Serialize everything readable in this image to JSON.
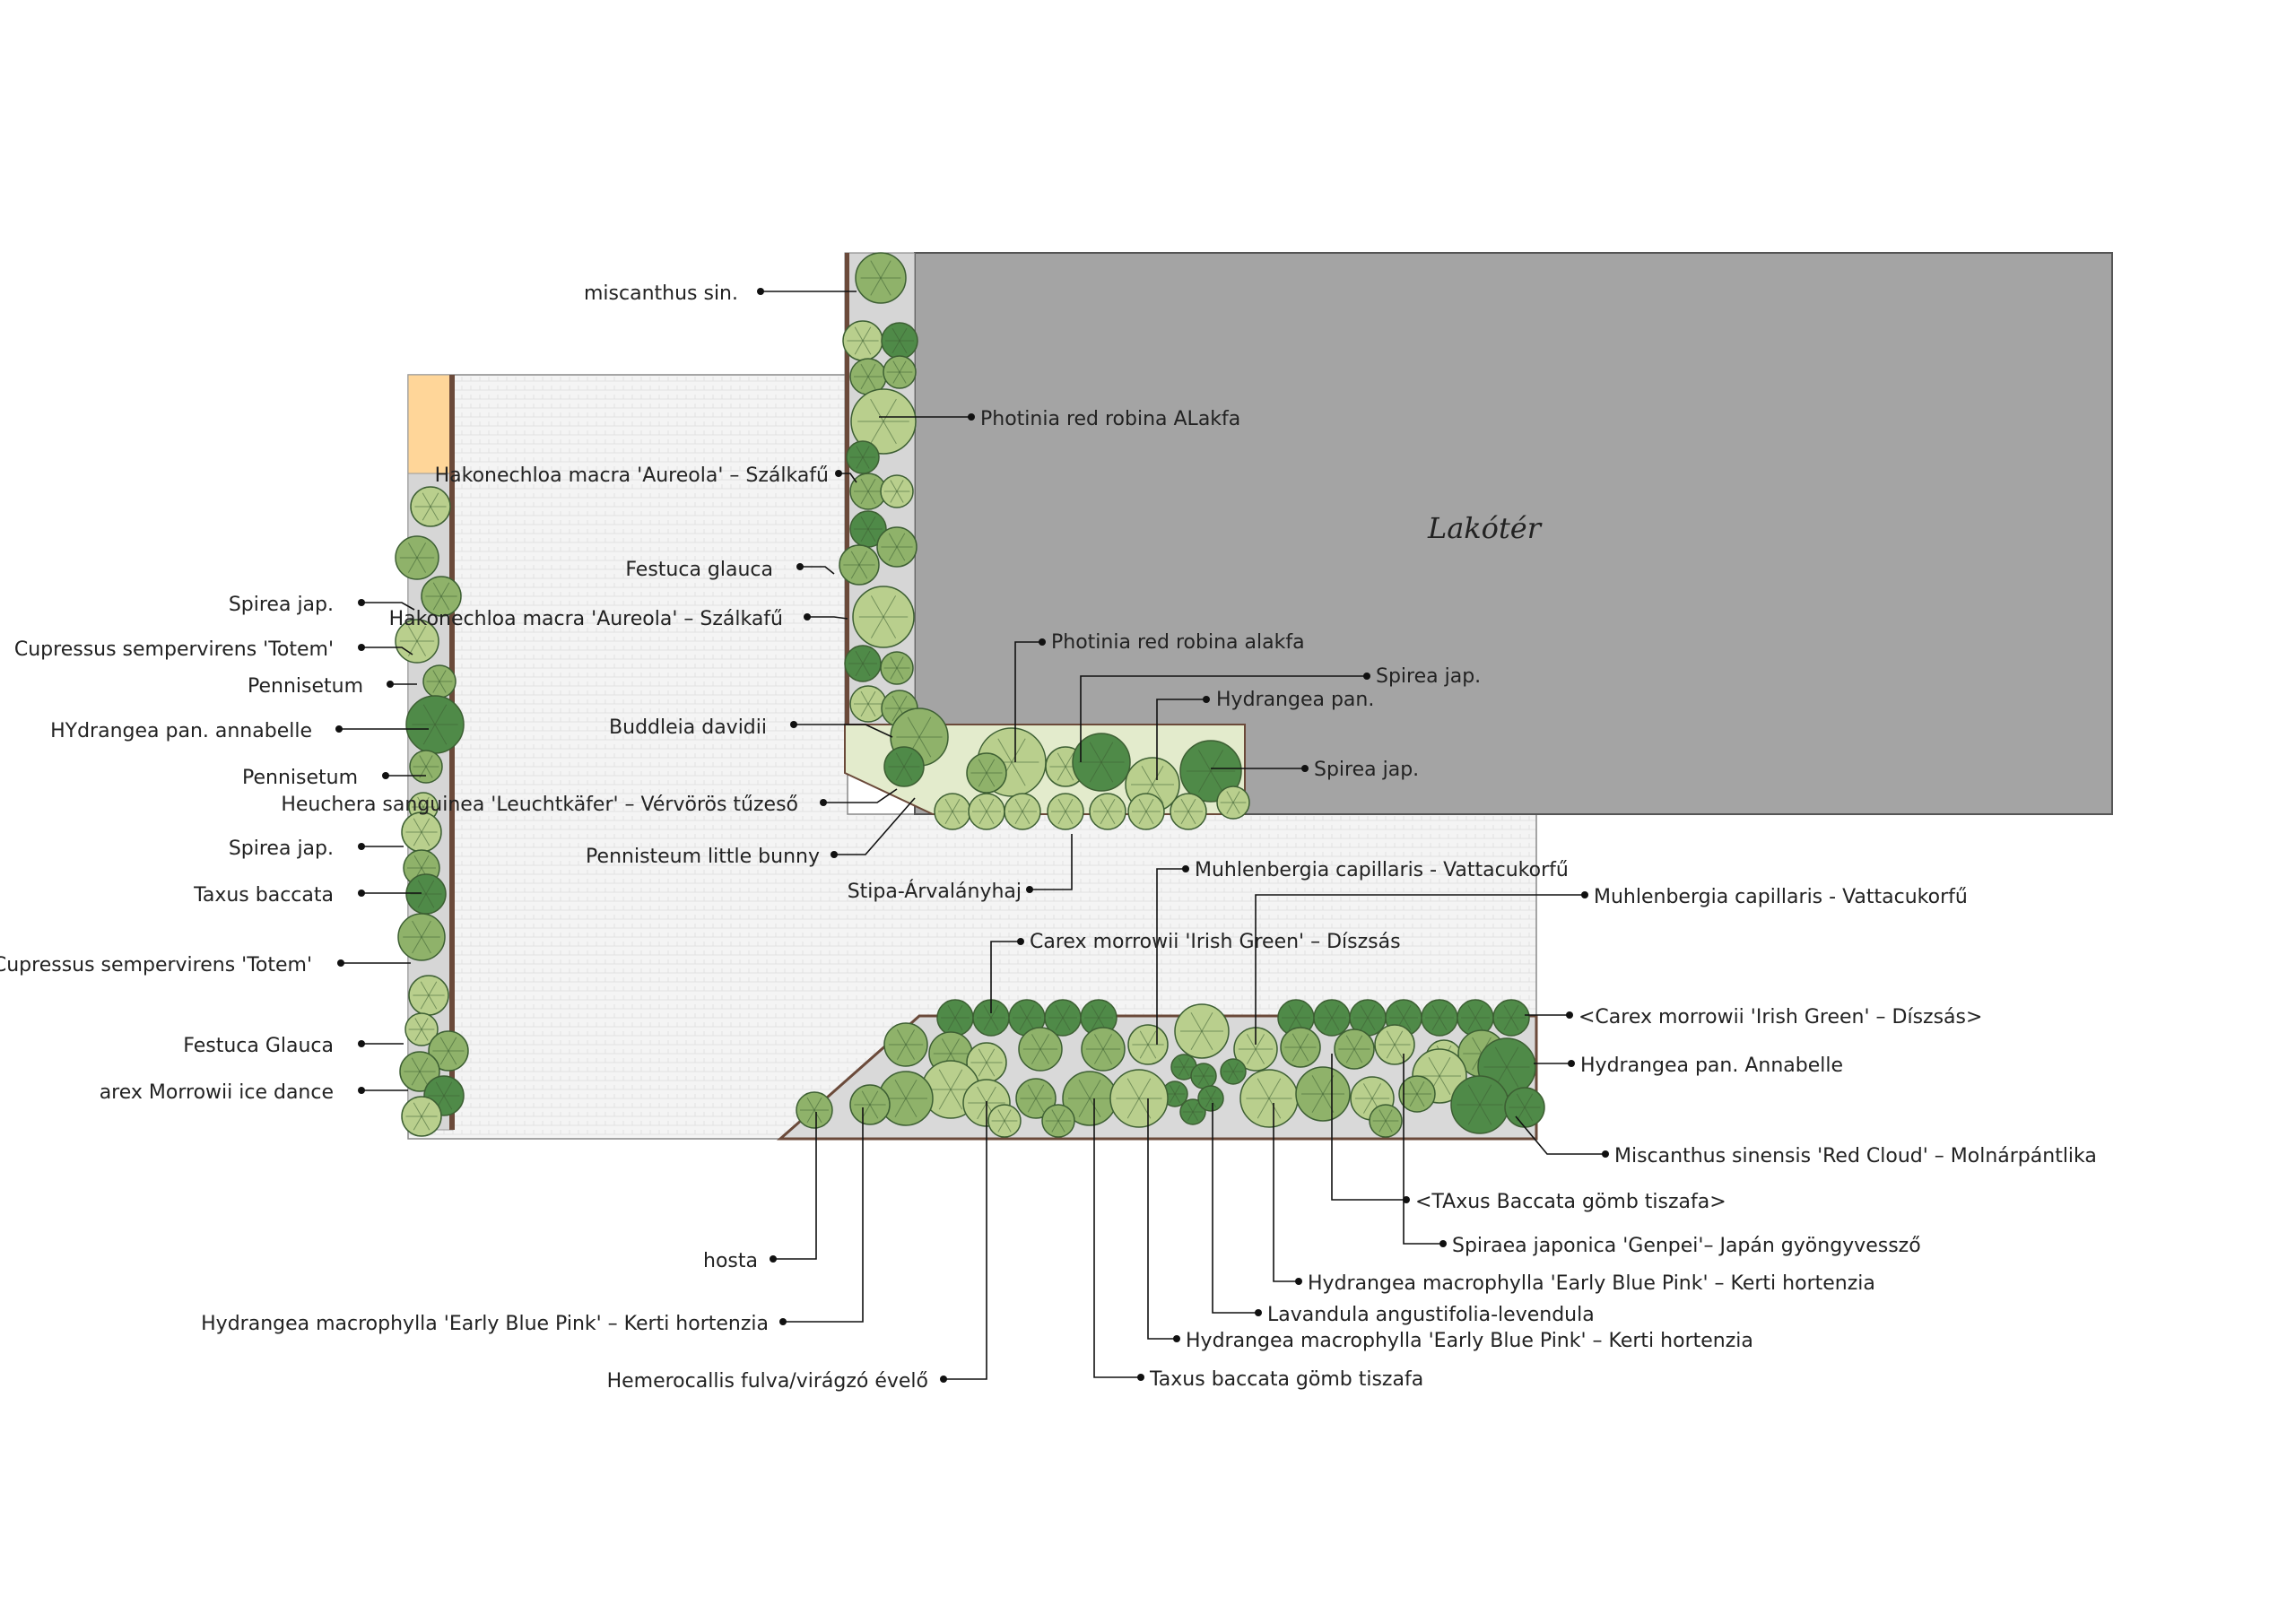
{
  "room_label": "Lakótér",
  "colors": {
    "house": "#a4a4a4",
    "paving": "#f3f3f3",
    "bed": "#d9d9d9",
    "light_green": "#b9cf8d",
    "mid_green": "#8fb26a",
    "dark_green": "#4f8a48",
    "edging": "#6b4a3a",
    "sand": "#ffd699"
  },
  "left_labels": [
    "miscanthus sin.",
    "Hakonechloa macra 'Aureola' – Szálkafű",
    "Spirea jap.",
    "Festuca glauca",
    "Hakonechloa macra 'Aureola' – Szálkafű",
    "Cupressus sempervirens 'Totem'",
    "Pennisetum",
    "HYdrangea pan. annabelle",
    "Buddleia davidii",
    "Pennisetum",
    "Heuchera sanguinea 'Leuchtkäfer' – Vérvörös tűzeső",
    "Spirea jap.",
    "Pennisteum little bunny",
    "Taxus baccata",
    "Stipa-Árvalányhaj",
    "Cupressus sempervirens 'Totem'",
    "Festuca Glauca",
    "arex Morrowii ice dance",
    "hosta",
    "Hydrangea macrophylla 'Early Blue Pink' – Kerti hortenzia",
    "Hemerocallis fulva/virágzó évelő"
  ],
  "right_labels": [
    "Photinia red robina ALakfa",
    "Photinia red robina alakfa",
    "Spirea jap.",
    "Hydrangea pan.",
    "Spirea jap.",
    "Muhlenbergia capillaris - Vattacukorfű",
    "Muhlenbergia capillaris - Vattacukorfű",
    "Carex morrowii 'Irish Green' – Díszsás",
    "<Carex morrowii 'Irish Green' – Díszsás>",
    "Hydrangea pan. Annabelle",
    "Miscanthus sinensis 'Red Cloud' – Molnárpántlika",
    "<TAxus Baccata gömb tiszafa>",
    "Spiraea japonica 'Genpei'– Japán gyöngyvessző",
    "Hydrangea macrophylla 'Early Blue Pink' – Kerti hortenzia",
    "Lavandula angustifolia-levendula",
    "Hydrangea macrophylla 'Early Blue Pink' – Kerti hortenzia",
    "Taxus baccata gömb tiszafa"
  ]
}
